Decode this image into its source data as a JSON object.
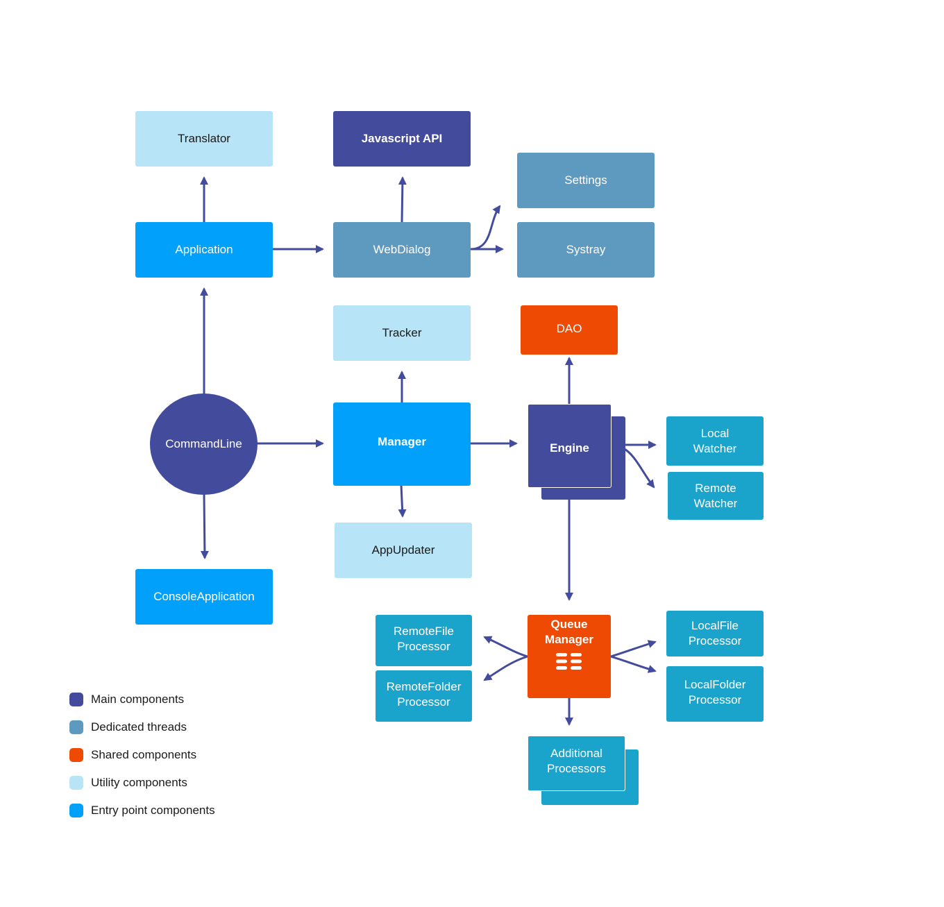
{
  "colors": {
    "main": "#434c9c",
    "dedicated": "#5e9ac0",
    "shared": "#ee4a03",
    "utility": "#b7e4f7",
    "entry": "#01a1fb",
    "processor": "#1ba4cb",
    "arrow": "#434c9c"
  },
  "nodes": {
    "translator": "Translator",
    "javascript_api": "Javascript API",
    "settings": "Settings",
    "application": "Application",
    "webdialog": "WebDialog",
    "systray": "Systray",
    "tracker": "Tracker",
    "dao": "DAO",
    "commandline": "CommandLine",
    "manager": "Manager",
    "engine": "Engine",
    "local_watcher": "Local\nWatcher",
    "remote_watcher": "Remote\nWatcher",
    "appupdater": "AppUpdater",
    "console_application": "ConsoleApplication",
    "queue_manager": "Queue\nManager",
    "remote_file_processor": "RemoteFile\nProcessor",
    "remote_folder_processor": "RemoteFolder\nProcessor",
    "local_file_processor": "LocalFile\nProcessor",
    "local_folder_processor": "LocalFolder\nProcessor",
    "additional_processors": "Additional\nProcessors"
  },
  "legend": [
    {
      "label": "Main components",
      "color": "#434c9c"
    },
    {
      "label": "Dedicated threads",
      "color": "#5e9ac0"
    },
    {
      "label": "Shared components",
      "color": "#ee4a03"
    },
    {
      "label": "Utility components",
      "color": "#b7e4f7"
    },
    {
      "label": "Entry point components",
      "color": "#01a1fb"
    }
  ],
  "icons": {
    "queue_manager": "queue-icon"
  }
}
